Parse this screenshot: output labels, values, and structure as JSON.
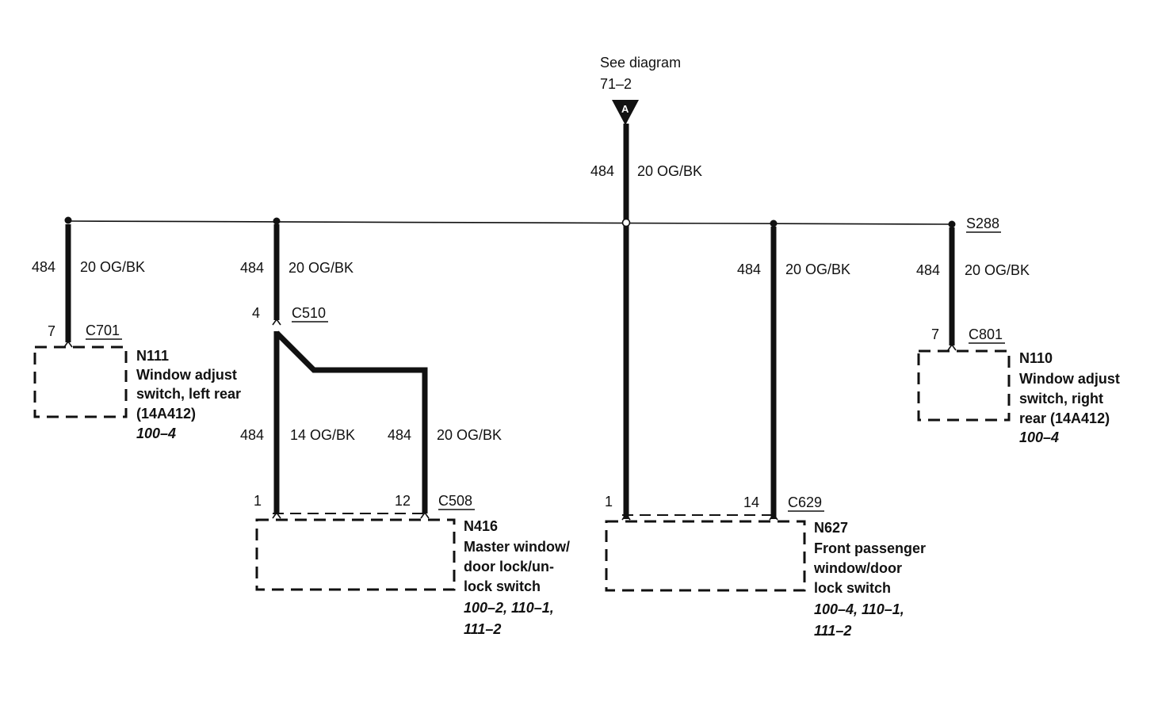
{
  "source": {
    "see_label": "See diagram",
    "ref": "71–2",
    "connector_letter": "A",
    "circuit": "484",
    "wire": "20 OG/BK"
  },
  "splice": {
    "label": "S288"
  },
  "branches": {
    "left_rear": {
      "circuit": "484",
      "wire": "20 OG/BK"
    },
    "master_feed": {
      "circuit": "484",
      "wire": "20 OG/BK"
    },
    "passenger_feed": {
      "circuit": "484",
      "wire": "20 OG/BK"
    },
    "right_rear": {
      "circuit": "484",
      "wire": "20 OG/BK"
    }
  },
  "c510": {
    "label": "C510",
    "pin": "4"
  },
  "master_wires": {
    "left": {
      "circuit": "484",
      "wire": "14 OG/BK"
    },
    "right": {
      "circuit": "484",
      "wire": "20 OG/BK"
    }
  },
  "components": {
    "n111": {
      "id": "N111",
      "lines": [
        "Window adjust",
        "switch, left rear",
        "(14A412)"
      ],
      "refs": [
        "100–4"
      ],
      "connector": "C701",
      "pin": "7"
    },
    "n110": {
      "id": "N110",
      "lines": [
        "Window adjust",
        "switch, right",
        "rear (14A412)"
      ],
      "refs": [
        "100–4"
      ],
      "connector": "C801",
      "pin": "7"
    },
    "n416": {
      "id": "N416",
      "lines": [
        "Master window/",
        "door lock/un-",
        "lock switch"
      ],
      "refs": [
        "100–2,  110–1,",
        "111–2"
      ],
      "connector": "C508",
      "pins": [
        "1",
        "12"
      ]
    },
    "n627": {
      "id": "N627",
      "lines": [
        "Front passenger",
        "window/door",
        "lock switch"
      ],
      "refs": [
        "100–4,  110–1,",
        "111–2"
      ],
      "connector": "C629",
      "pins": [
        "1",
        "14"
      ]
    }
  }
}
